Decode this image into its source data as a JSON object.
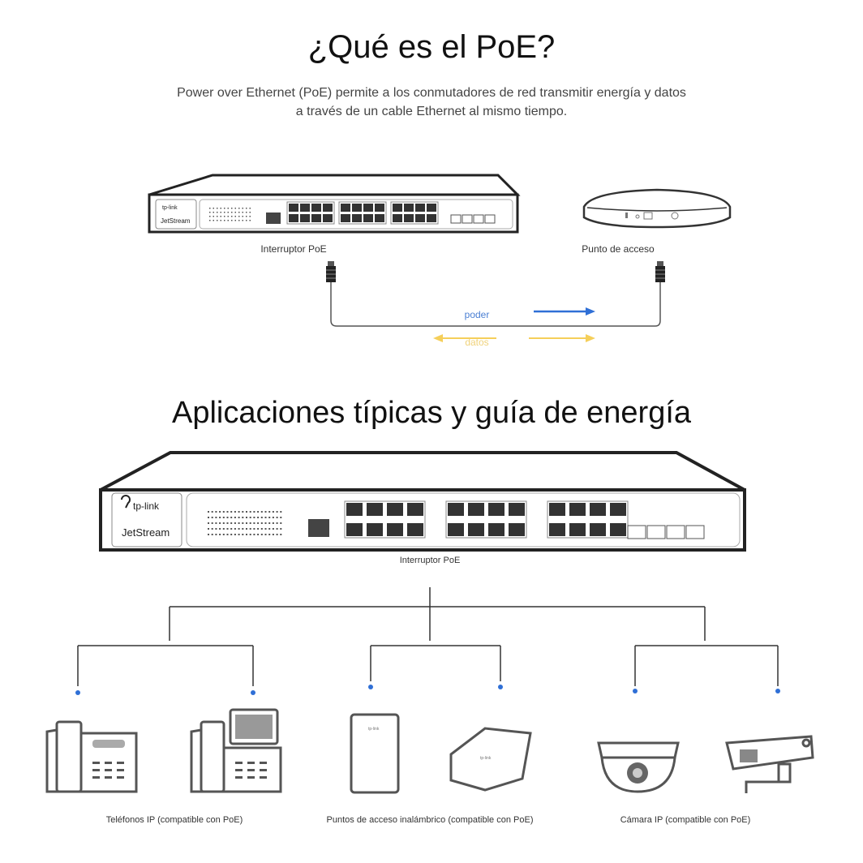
{
  "section1": {
    "title": "¿Qué es el PoE?",
    "description_line1": "Power over Ethernet (PoE) permite a los conmutadores de red transmitir energía y datos",
    "description_line2": "a través de un cable Ethernet al mismo tiempo.",
    "switch_label": "Interruptor PoE",
    "ap_label": "Punto de acceso",
    "power_label": "poder",
    "data_label": "datos"
  },
  "section2": {
    "title": "Aplicaciones típicas y guía de energía",
    "switch_label": "Interruptor PoE",
    "groups": [
      {
        "label": "Teléfonos IP (compatible con PoE)"
      },
      {
        "label": "Puntos de acceso inalámbrico (compatible con PoE)"
      },
      {
        "label": "Cámara IP (compatible con PoE)"
      }
    ]
  },
  "brand": {
    "logo_text": "tp-link",
    "series_text": "JetStream"
  },
  "colors": {
    "power": "#2f6fd6",
    "data": "#f5cf5a",
    "line": "#333333",
    "dot": "#2f6fd6"
  }
}
